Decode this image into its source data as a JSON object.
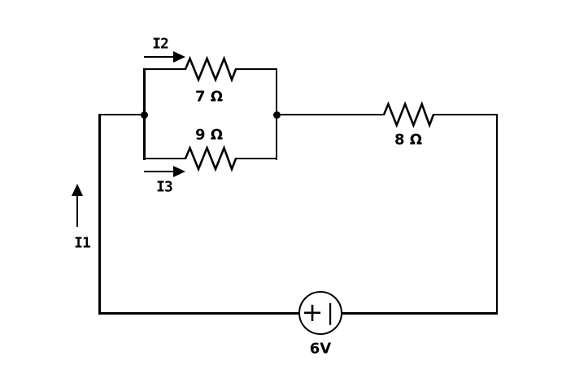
{
  "circuit": {
    "background_color": "#ffffff",
    "wire_color": "#000000",
    "components": {
      "parallel_top_resistor": {
        "label": "7 Ω"
      },
      "parallel_bottom_resistor": {
        "label": "9 Ω"
      },
      "series_resistor": {
        "label": "8 Ω"
      },
      "voltage_source": {
        "label": "6V",
        "plus_symbol": "+",
        "minus_symbol": "|"
      }
    },
    "currents": {
      "i1": {
        "label": "I1",
        "direction": "up"
      },
      "i2": {
        "label": "I2",
        "direction": "right"
      },
      "i3": {
        "label": "I3",
        "direction": "right"
      }
    }
  }
}
